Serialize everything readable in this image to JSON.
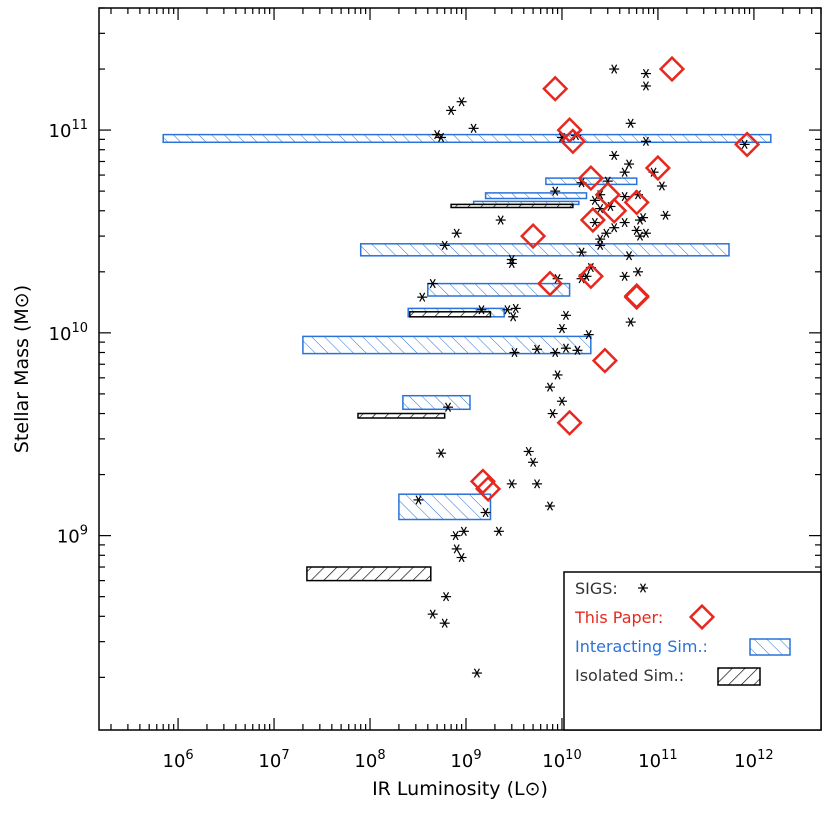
{
  "chart_data": {
    "type": "scatter",
    "xlabel": "IR Luminosity (L⊙)",
    "ylabel": "Stellar Mass (M⊙)",
    "x_scale": "log",
    "y_scale": "log",
    "xlim": [
      150000,
      5000000000000
    ],
    "ylim": [
      110000000,
      400000000000
    ],
    "x_ticks": [
      {
        "value": 1000000,
        "base": "10",
        "exp": "6"
      },
      {
        "value": 10000000,
        "base": "10",
        "exp": "7"
      },
      {
        "value": 100000000,
        "base": "10",
        "exp": "8"
      },
      {
        "value": 1000000000,
        "base": "10",
        "exp": "9"
      },
      {
        "value": 10000000000,
        "base": "10",
        "exp": "10"
      },
      {
        "value": 100000000000,
        "base": "10",
        "exp": "11"
      },
      {
        "value": 1000000000000,
        "base": "10",
        "exp": "12"
      }
    ],
    "y_ticks": [
      {
        "value": 1000000000,
        "base": "10",
        "exp": "9"
      },
      {
        "value": 10000000000,
        "base": "10",
        "exp": "10"
      },
      {
        "value": 100000000000,
        "base": "10",
        "exp": "11"
      }
    ],
    "grid": false,
    "legend_position": "bottom-right",
    "colors": {
      "sigs": "#000000",
      "paper": "#e8281e",
      "interacting": "#2a72d8",
      "isolated": "#000000"
    },
    "legend": {
      "sigs": "SIGS:",
      "paper": "This Paper:",
      "interacting": "Interacting Sim.:",
      "isolated": "Isolated Sim.:"
    },
    "series": [
      {
        "key": "sigs",
        "marker": "asterisk",
        "points": [
          [
            1300000000.0,
            210000000.0
          ],
          [
            600000000.0,
            370000000.0
          ],
          [
            450000000.0,
            410000000.0
          ],
          [
            620000000.0,
            500000000.0
          ],
          [
            900000000.0,
            780000000.0
          ],
          [
            800000000.0,
            860000000.0
          ],
          [
            780000000.0,
            1000000000.0
          ],
          [
            950000000.0,
            1050000000.0
          ],
          [
            2200000000.0,
            1050000000.0
          ],
          [
            320000000.0,
            1500000000.0
          ],
          [
            1600000000.0,
            1300000000.0
          ],
          [
            3000000000.0,
            1800000000.0
          ],
          [
            5500000000.0,
            1800000000.0
          ],
          [
            7500000000.0,
            1400000000.0
          ],
          [
            5000000000.0,
            2300000000.0
          ],
          [
            4500000000.0,
            2600000000.0
          ],
          [
            550000000.0,
            2550000000.0
          ],
          [
            8000000000.0,
            4000000000.0
          ],
          [
            650000000.0,
            4300000000.0
          ],
          [
            10000000000.0,
            4600000000.0
          ],
          [
            7500000000.0,
            5400000000.0
          ],
          [
            9000000000.0,
            6200000000.0
          ],
          [
            3200000000.0,
            8000000000.0
          ],
          [
            5500000000.0,
            8300000000.0
          ],
          [
            8500000000.0,
            8000000000.0
          ],
          [
            11000000000.0,
            8400000000.0
          ],
          [
            14500000000.0,
            8200000000.0
          ],
          [
            19000000000.0,
            9800000000.0
          ],
          [
            10000000000.0,
            10500000000.0
          ],
          [
            11000000000.0,
            12200000000.0
          ],
          [
            3300000000.0,
            13200000000.0
          ],
          [
            3100000000.0,
            12000000000.0
          ],
          [
            2700000000.0,
            13000000000.0
          ],
          [
            1450000000.0,
            13000000000.0
          ],
          [
            350000000.0,
            15000000000.0
          ],
          [
            450000000.0,
            17500000000.0
          ],
          [
            9000000000.0,
            18500000000.0
          ],
          [
            16000000000.0,
            18500000000.0
          ],
          [
            18000000000.0,
            19000000000.0
          ],
          [
            20000000000.0,
            21000000000.0
          ],
          [
            16000000000.0,
            25000000000.0
          ],
          [
            25000000000.0,
            27000000000.0
          ],
          [
            3000000000.0,
            22000000000.0
          ],
          [
            3000000000.0,
            23000000000.0
          ],
          [
            25000000000.0,
            29000000000.0
          ],
          [
            29000000000.0,
            31000000000.0
          ],
          [
            35000000000.0,
            33000000000.0
          ],
          [
            45000000000.0,
            35000000000.0
          ],
          [
            60000000000.0,
            32000000000.0
          ],
          [
            65000000000.0,
            36000000000.0
          ],
          [
            65000000000.0,
            30000000000.0
          ],
          [
            75000000000.0,
            31000000000.0
          ],
          [
            62000000000.0,
            20000000000.0
          ],
          [
            45000000000.0,
            19000000000.0
          ],
          [
            52000000000.0,
            11300000000.0
          ],
          [
            50000000000.0,
            24000000000.0
          ],
          [
            22000000000.0,
            35000000000.0
          ],
          [
            25000000000.0,
            41000000000.0
          ],
          [
            32000000000.0,
            42000000000.0
          ],
          [
            22000000000.0,
            45000000000.0
          ],
          [
            25000000000.0,
            48000000000.0
          ],
          [
            30000000000.0,
            56000000000.0
          ],
          [
            45000000000.0,
            47000000000.0
          ],
          [
            62000000000.0,
            48000000000.0
          ],
          [
            70000000000.0,
            37000000000.0
          ],
          [
            600000000.0,
            27000000000.0
          ],
          [
            800000000.0,
            31000000000.0
          ],
          [
            2300000000.0,
            36000000000.0
          ],
          [
            16000000000.0,
            55000000000.0
          ],
          [
            8500000000.0,
            50000000000.0
          ],
          [
            10000000000.0,
            92000000000.0
          ],
          [
            14000000000.0,
            94000000000.0
          ],
          [
            35000000000.0,
            75000000000.0
          ],
          [
            50000000000.0,
            68000000000.0
          ],
          [
            45000000000.0,
            62000000000.0
          ],
          [
            75000000000.0,
            88000000000.0
          ],
          [
            90000000000.0,
            62000000000.0
          ],
          [
            110000000000.0,
            53000000000.0
          ],
          [
            120000000000.0,
            38000000000.0
          ],
          [
            52000000000.0,
            108000000000.0
          ],
          [
            75000000000.0,
            190000000000.0
          ],
          [
            75000000000.0,
            165000000000.0
          ],
          [
            35000000000.0,
            200000000000.0
          ],
          [
            500000000.0,
            95000000000.0
          ],
          [
            550000000.0,
            92000000000.0
          ],
          [
            1200000000.0,
            102000000000.0
          ],
          [
            700000000.0,
            125000000000.0
          ],
          [
            900000000.0,
            138000000000.0
          ],
          [
            800000000000.0,
            85000000000.0
          ]
        ]
      },
      {
        "key": "paper",
        "marker": "diamond",
        "points": [
          [
            140000000000.0,
            200000000000.0
          ],
          [
            8500000000.0,
            160000000000.0
          ],
          [
            12000000000.0,
            100000000000.0
          ],
          [
            13000000000.0,
            88000000000.0
          ],
          [
            850000000000.0,
            85000000000.0
          ],
          [
            100000000000.0,
            65000000000.0
          ],
          [
            20000000000.0,
            58000000000.0
          ],
          [
            30000000000.0,
            48000000000.0
          ],
          [
            60000000000.0,
            44000000000.0
          ],
          [
            35000000000.0,
            40000000000.0
          ],
          [
            21000000000.0,
            36000000000.0
          ],
          [
            5000000000.0,
            30000000000.0
          ],
          [
            20000000000.0,
            19000000000.0
          ],
          [
            7500000000.0,
            17500000000.0
          ],
          [
            60000000000.0,
            15200000000.0
          ],
          [
            60000000000.0,
            15000000000.0
          ],
          [
            28000000000.0,
            7300000000.0
          ],
          [
            12000000000.0,
            3600000000.0
          ],
          [
            1500000000.0,
            1850000000.0
          ],
          [
            1700000000.0,
            1700000000.0
          ]
        ]
      },
      {
        "key": "interacting",
        "fill": "hatch-forward",
        "boxes": [
          [
            700000.0,
            1500000000000.0,
            87000000000.0,
            95000000000.0
          ],
          [
            6800000000.0,
            60000000000.0,
            54000000000.0,
            58000000000.0
          ],
          [
            1600000000.0,
            18000000000.0,
            46000000000.0,
            49000000000.0
          ],
          [
            1200000000.0,
            15000000000.0,
            43000000000.0,
            44500000000.0
          ],
          [
            80000000.0,
            550000000000.0,
            24000000000.0,
            27500000000.0
          ],
          [
            400000000.0,
            12000000000.0,
            15200000000.0,
            17500000000.0
          ],
          [
            250000000.0,
            2500000000.0,
            12000000000.0,
            13200000000.0
          ],
          [
            20000000.0,
            20000000000.0,
            7900000000.0,
            9600000000.0
          ],
          [
            220000000.0,
            1100000000.0,
            4200000000.0,
            4900000000.0
          ],
          [
            200000000.0,
            1800000000.0,
            1200000000.0,
            1600000000.0
          ]
        ]
      },
      {
        "key": "isolated",
        "fill": "hatch-back",
        "boxes": [
          [
            700000000.0,
            13000000000.0,
            41500000000.0,
            43000000000.0
          ],
          [
            260000000.0,
            1800000000.0,
            12000000000.0,
            12700000000.0
          ],
          [
            75000000.0,
            600000000.0,
            3800000000.0,
            4000000000.0
          ],
          [
            22000000.0,
            430000000.0,
            600000000.0,
            700000000.0
          ]
        ]
      }
    ]
  }
}
